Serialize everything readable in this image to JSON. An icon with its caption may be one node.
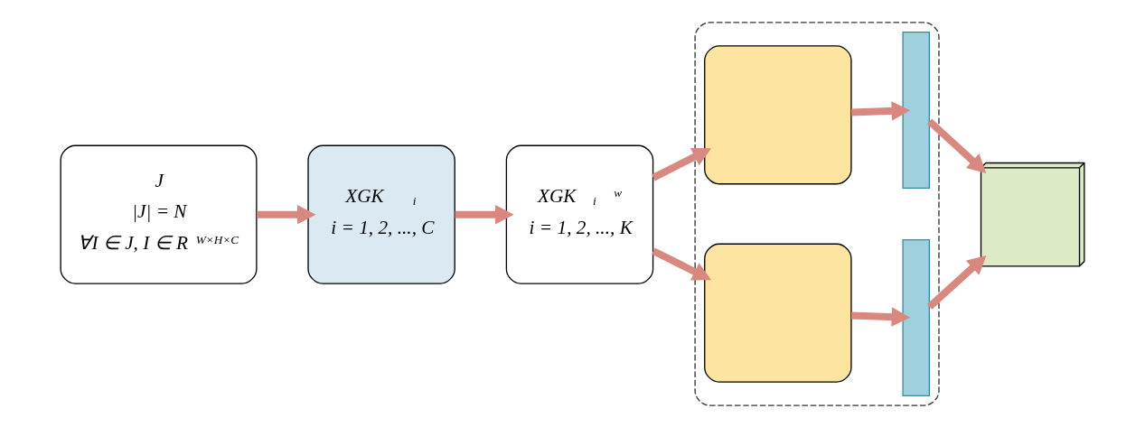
{
  "diagram": {
    "nodes": [
      {
        "text": [
          "J",
          "|J| = N",
          "∀I ∈ J, I ∈ R$^{W×H×C}$"
        ]
      },
      {
        "text": [
          "XGK$_{i}$",
          "i = 1, 2, ..., C"
        ]
      },
      {
        "text": [
          "XGK$_{i}$$^{w}$",
          "i = 1, 2, ..., K"
        ]
      },
      {
        "text": [],
        "shape": "box"
      },
      {
        "text": [],
        "shape": "box",
        "in": 3
      },
      {
        "text": [],
        "shape": "box",
        "in": 3
      },
      {
        "text": [],
        "shape": "bar",
        "in": 3
      },
      {
        "text": [],
        "shape": "bar",
        "in": 3
      },
      {
        "text": [],
        "shape": "cube"
      }
    ],
    "edges": [
      {
        "from": 0,
        "to": 1,
        "arrow": "to"
      },
      {
        "from": 1,
        "to": 2,
        "arrow": "to"
      },
      {
        "from": 2,
        "to": 4,
        "arrow": "to"
      },
      {
        "from": 2,
        "to": 5,
        "arrow": "to"
      },
      {
        "from": 4,
        "to": 6,
        "arrow": "to"
      },
      {
        "from": 5,
        "to": 7,
        "arrow": "to"
      },
      {
        "from": 6,
        "to": 8,
        "arrow": "to"
      },
      {
        "from": 7,
        "to": 8,
        "arrow": "to"
      }
    ]
  }
}
